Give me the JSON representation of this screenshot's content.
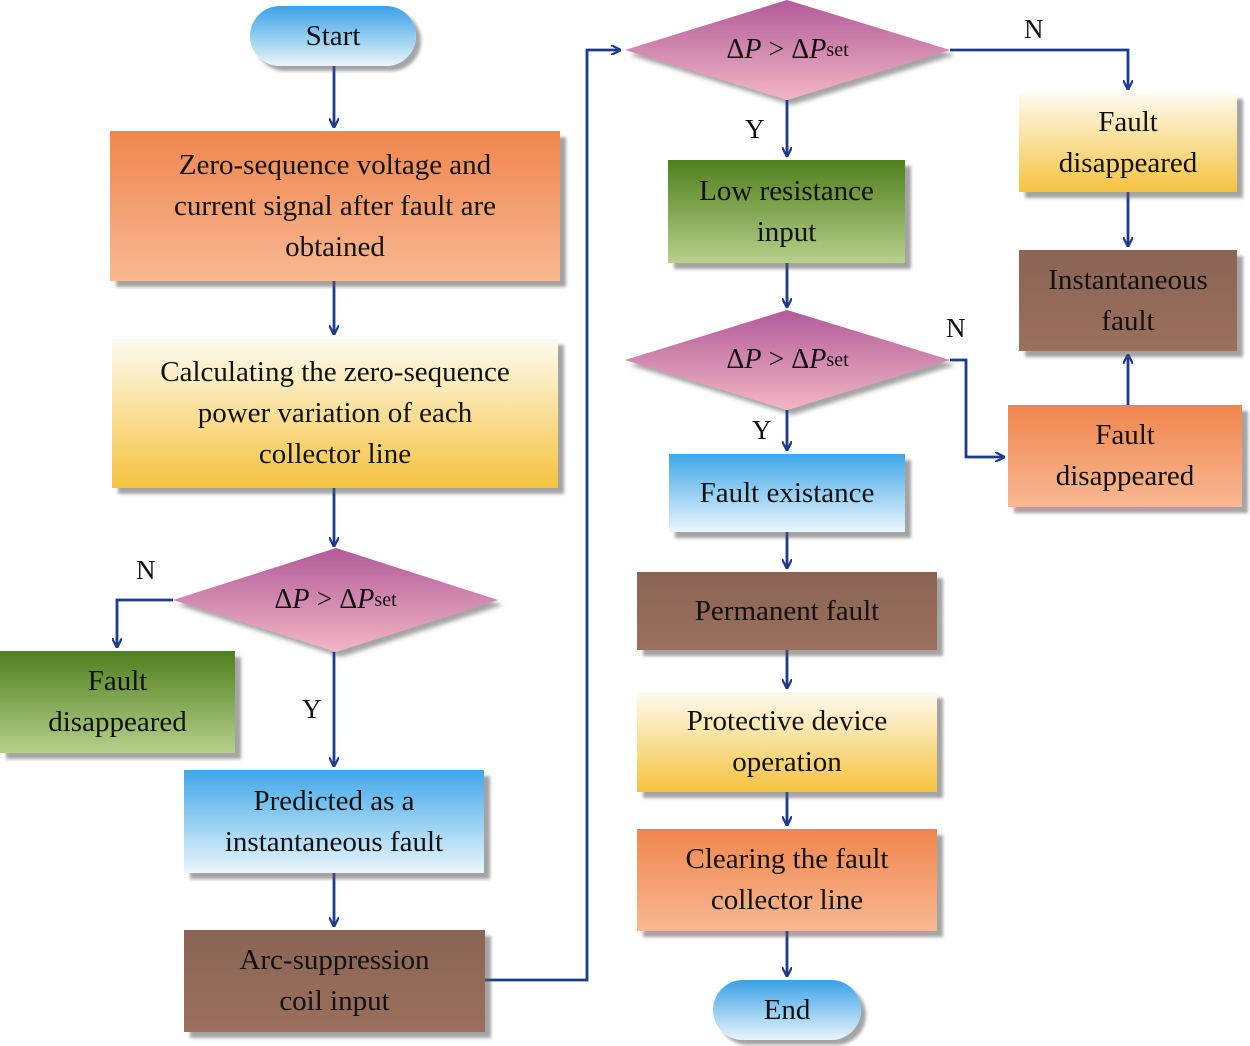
{
  "nodes": {
    "start": "Start",
    "obtain_signal": [
      "Zero-sequence voltage and",
      "current signal after fault are",
      "obtained"
    ],
    "calc_power": [
      "Calculating the zero-sequence",
      "power variation of each",
      "collector line"
    ],
    "fault_disappeared_left": [
      "Fault",
      "disappeared"
    ],
    "predicted": [
      "Predicted as a",
      "instantaneous fault"
    ],
    "arc_coil": [
      "Arc-suppression",
      "coil input"
    ],
    "low_resistance": [
      "Low resistance",
      "input"
    ],
    "fault_existance": "Fault existance",
    "permanent_fault": "Permanent fault",
    "protective_device": [
      "Protective device",
      "operation"
    ],
    "clearing": [
      "Clearing the fault",
      "collector line"
    ],
    "end": "End",
    "fault_disappeared_top_right": [
      "Fault",
      "disappeared"
    ],
    "instantaneous_fault": [
      "Instantaneous",
      "fault"
    ],
    "fault_disappeared_mid_right": [
      "Fault",
      "disappeared"
    ]
  },
  "condition": {
    "delta": "Δ",
    "var": "P",
    "op": " > ",
    "sub": "set"
  },
  "labels": {
    "yes": "Y",
    "no": "N"
  },
  "colors": {
    "arrow": "#1d3a8f",
    "diamond_top": "#b25b99",
    "diamond_bottom": "#f2b6c4"
  }
}
